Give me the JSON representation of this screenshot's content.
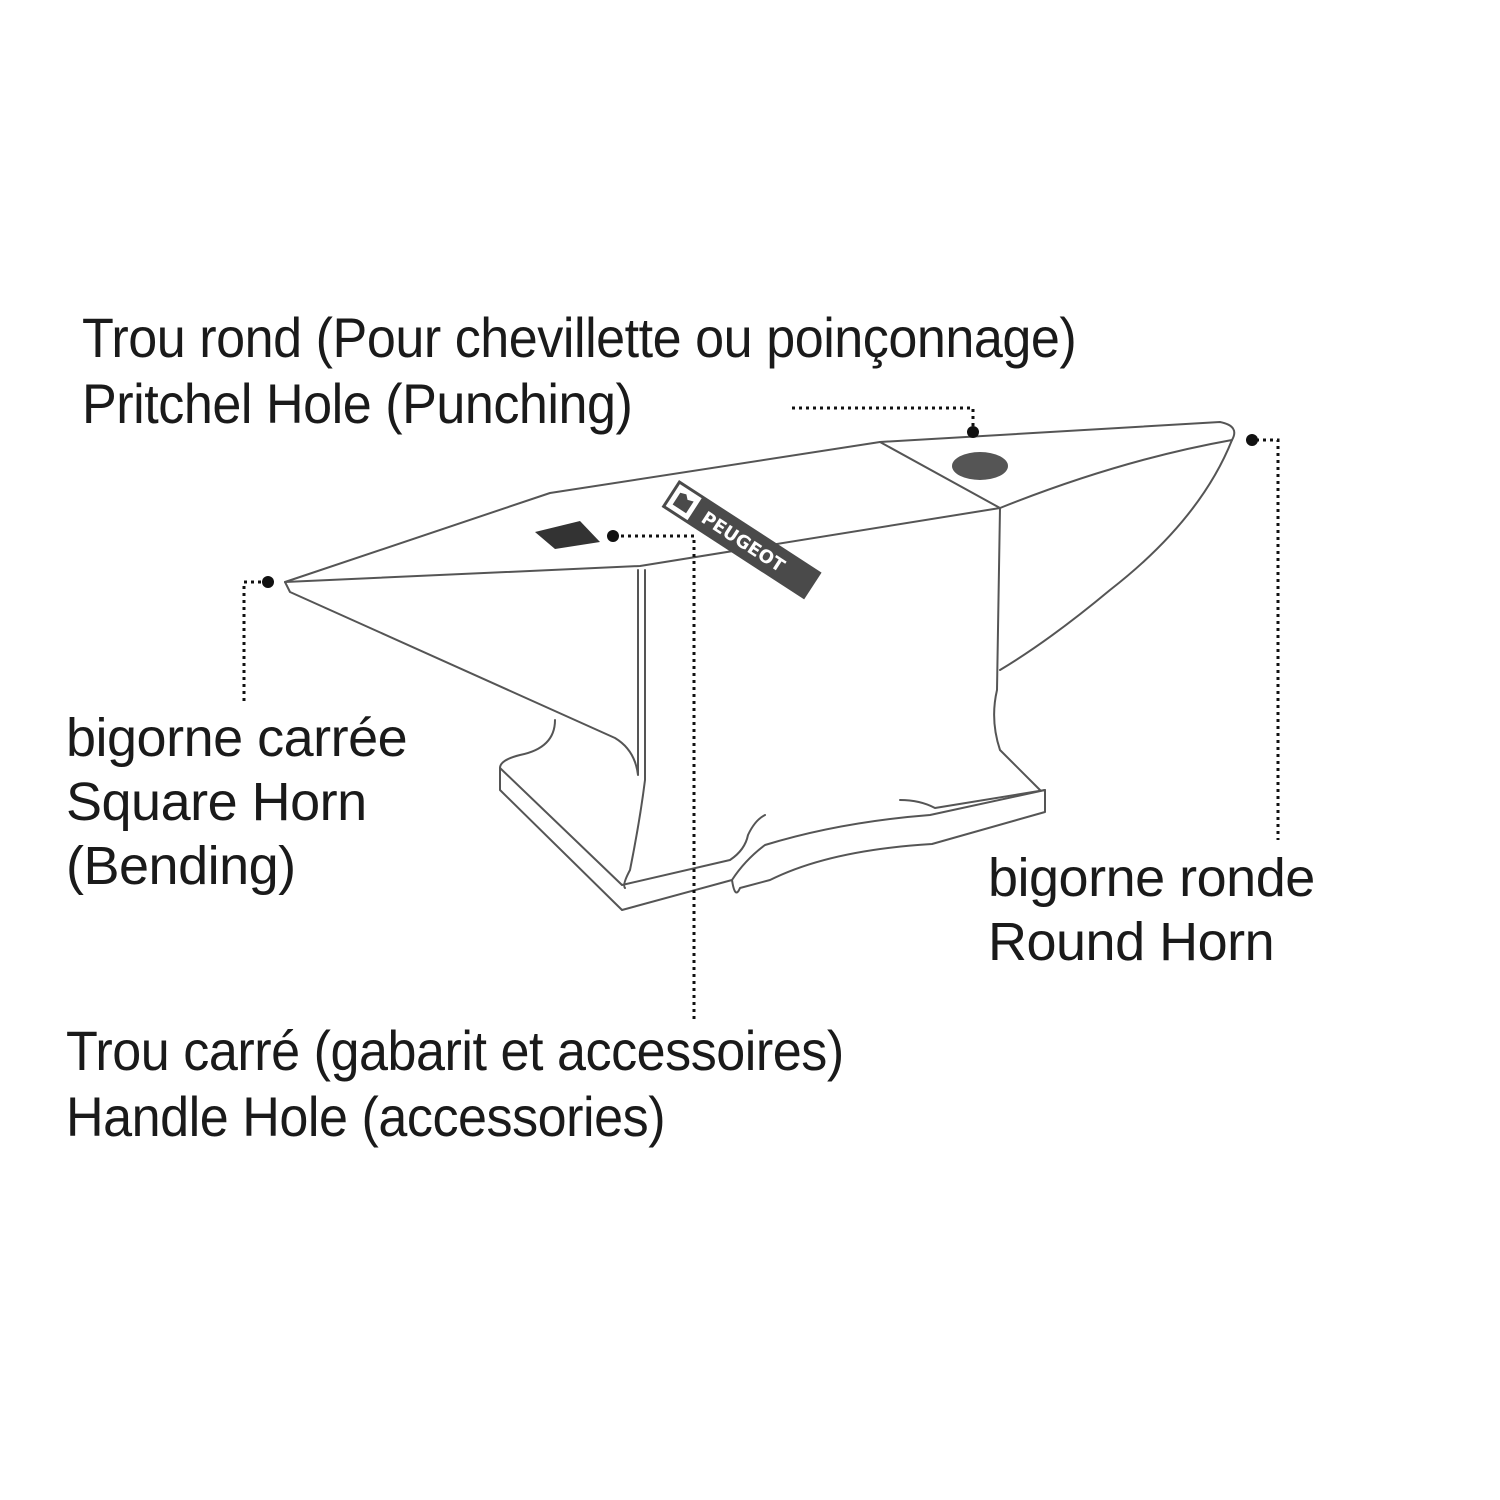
{
  "diagram": {
    "subject": "Anvil",
    "brand_badge": "PEUGEOT",
    "colors": {
      "background": "#ffffff",
      "outline": "#555555",
      "text": "#1a1a1a",
      "hole_fill": "#555555",
      "badge_fill": "#4a4a4a",
      "badge_text": "#ffffff"
    }
  },
  "labels": {
    "pritchel_hole": {
      "fr": "Trou rond (Pour chevillette ou poinçonnage)",
      "en": "Pritchel Hole (Punching)"
    },
    "square_horn": {
      "fr": "bigorne carrée",
      "en": "Square Horn",
      "use": "(Bending)"
    },
    "round_horn": {
      "fr": "bigorne ronde",
      "en": "Round Horn"
    },
    "handle_hole": {
      "fr": "Trou carré (gabarit et accessoires)",
      "en": "Handle Hole (accessories)"
    }
  }
}
